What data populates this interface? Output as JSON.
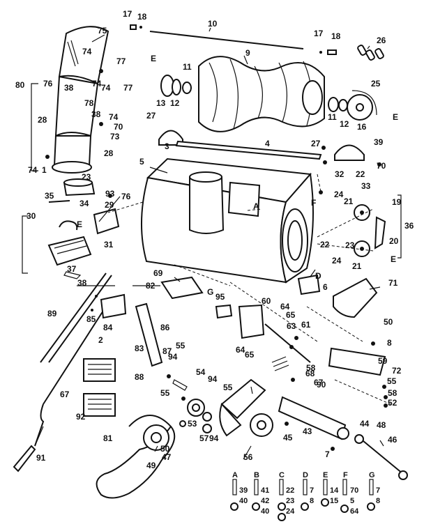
{
  "callouts": [
    "17",
    "18",
    "10",
    "17",
    "18",
    "75",
    "26",
    "9",
    "E",
    "74",
    "77",
    "80",
    "76",
    "38",
    "74",
    "11",
    "25",
    "78",
    "74",
    "77",
    "13",
    "12",
    "11",
    "12",
    "16",
    "E",
    "38",
    "27",
    "74",
    "70",
    "73",
    "28",
    "3",
    "4",
    "27",
    "39",
    "28",
    "70",
    "74",
    "1",
    "5",
    "32",
    "23",
    "22",
    "24",
    "21",
    "33",
    "35",
    "93",
    "76",
    "F",
    "A",
    "34",
    "29",
    "30",
    "E",
    "19",
    "36",
    "31",
    "20",
    "22",
    "24",
    "23",
    "E",
    "21",
    "37",
    "D",
    "69",
    "38",
    "6",
    "71",
    "82",
    "89",
    "85",
    "95",
    "G",
    "60",
    "64",
    "65",
    "63",
    "61",
    "50",
    "84",
    "86",
    "8",
    "2",
    "64",
    "65",
    "59",
    "83",
    "87",
    "55",
    "72",
    "88",
    "94",
    "58",
    "68",
    "54",
    "94",
    "67",
    "55",
    "58",
    "67",
    "90",
    "55",
    "52",
    "55",
    "92",
    "53",
    "57",
    "94",
    "45",
    "43",
    "44",
    "48",
    "81",
    "50",
    "7",
    "46",
    "47",
    "56",
    "91",
    "49"
  ],
  "hardware_legend": [
    {
      "letter": "A",
      "parts": [
        "39",
        "40"
      ]
    },
    {
      "letter": "B",
      "parts": [
        "41",
        "42",
        "40"
      ]
    },
    {
      "letter": "C",
      "parts": [
        "22",
        "23",
        "24"
      ]
    },
    {
      "letter": "D",
      "parts": [
        "7",
        "8"
      ]
    },
    {
      "letter": "E",
      "parts": [
        "14",
        "15"
      ]
    },
    {
      "letter": "F",
      "parts": [
        "70",
        "5",
        "64"
      ]
    },
    {
      "letter": "G",
      "parts": [
        "7",
        "8"
      ]
    }
  ]
}
